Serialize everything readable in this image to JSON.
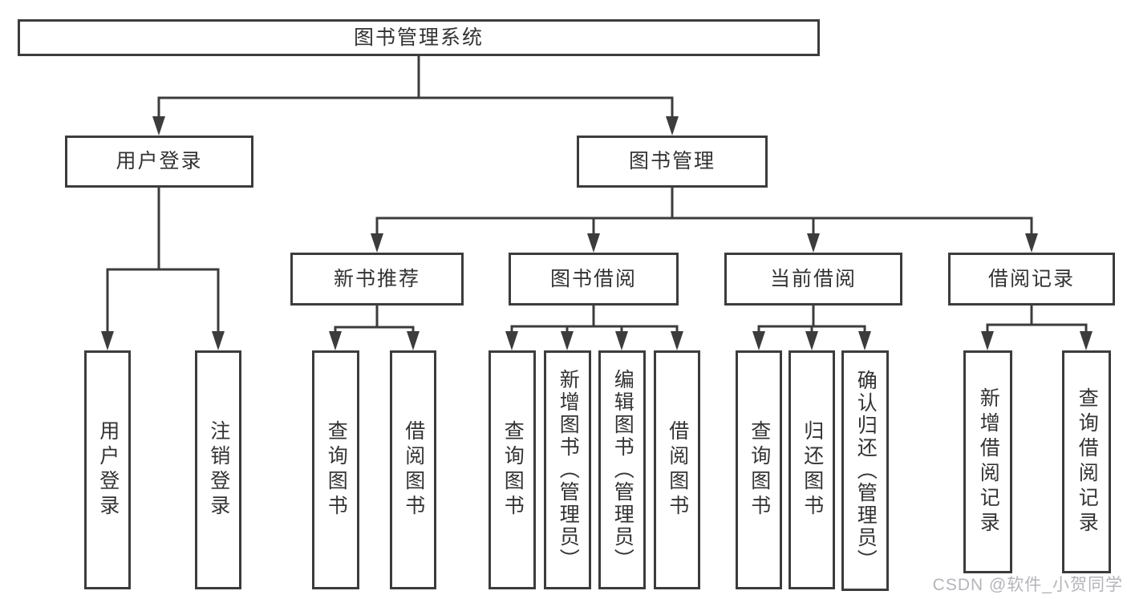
{
  "title": "图书管理系统",
  "colors": {
    "line": "#3c3c3c",
    "text": "#333333",
    "watermark": "#b4b4ba",
    "background": "#ffffff"
  },
  "tree": {
    "label": "图书管理系统",
    "children": [
      {
        "label": "用户登录",
        "children": [
          {
            "label": "用户登录"
          },
          {
            "label": "注销登录"
          }
        ]
      },
      {
        "label": "图书管理",
        "children": [
          {
            "label": "新书推荐",
            "children": [
              {
                "label": "查询图书"
              },
              {
                "label": "借阅图书"
              }
            ]
          },
          {
            "label": "图书借阅",
            "children": [
              {
                "label": "查询图书"
              },
              {
                "label": "新增图书（管理员）"
              },
              {
                "label": "编辑图书（管理员）"
              },
              {
                "label": "借阅图书"
              }
            ]
          },
          {
            "label": "当前借阅",
            "children": [
              {
                "label": "查询图书"
              },
              {
                "label": "归还图书"
              },
              {
                "label": "确认归还（管理员）"
              }
            ]
          },
          {
            "label": "借阅记录",
            "children": [
              {
                "label": "新增借阅记录"
              },
              {
                "label": "查询借阅记录"
              }
            ]
          }
        ]
      }
    ]
  },
  "watermark": "CSDN @软件_小贺同学"
}
